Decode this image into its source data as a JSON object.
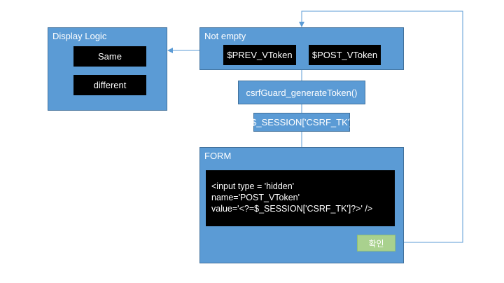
{
  "display_logic": {
    "title": "Display Logic",
    "items": [
      "Same",
      "different"
    ]
  },
  "not_empty": {
    "title": "Not empty",
    "tokens": [
      "$PREV_VToken",
      "$POST_VToken"
    ]
  },
  "steps": [
    "csrfGuard_generateToken()",
    "$_SESSION['CSRF_TK']"
  ],
  "form": {
    "title": "FORM",
    "code_lines": [
      "<input type = 'hidden'",
      "name='POST_VToken'",
      "value='<?=$_SESSION['CSRF_TK']?>' />"
    ],
    "submit_label": "확인"
  },
  "colors": {
    "box_fill": "#5b9bd5",
    "box_border": "#41719c",
    "connector": "#5b9bd5",
    "button_fill": "#a9d18e"
  }
}
